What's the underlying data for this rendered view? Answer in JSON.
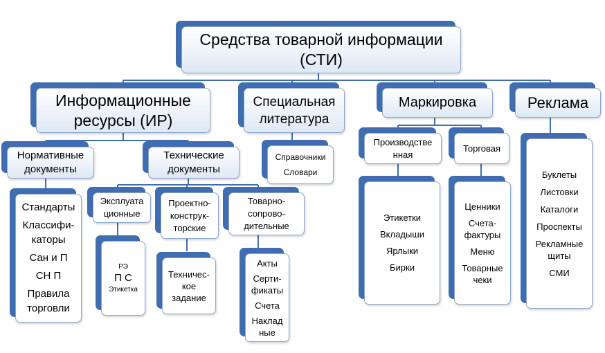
{
  "root": {
    "line1": "Средства товарной информации",
    "line2": "(СТИ)"
  },
  "ir": {
    "line1": "Информационные",
    "line2": "ресурсы (ИР)"
  },
  "spec": {
    "line1": "Специальная",
    "line2": "литература"
  },
  "mark": {
    "title": "Маркировка"
  },
  "ads": {
    "title": "Реклама"
  },
  "normative": {
    "line1": "Нормативные",
    "line2": "документы",
    "items": [
      "Стандарты",
      "Классифи-",
      "каторы",
      "Сан и П",
      "СН П",
      "Правила",
      "торговли"
    ]
  },
  "technical": {
    "line1": "Технические",
    "line2": "документы"
  },
  "expl": {
    "line1": "Эксплуата",
    "line2": "ционные",
    "items": [
      "РЭ",
      "П С",
      "Этикетка"
    ]
  },
  "design": {
    "line1": "Проектно-",
    "line2": "конструк-",
    "line3": "торские",
    "items": [
      "Техничес-",
      "кое",
      "задание"
    ]
  },
  "goods": {
    "line1": "Товарно-",
    "line2": "сопрово-",
    "line3": "дительные",
    "items": [
      "Акты",
      "Серти-",
      "фикаты",
      "Счета",
      "Наклад",
      "ные"
    ]
  },
  "refs": {
    "items": [
      "Справочники",
      "Словари"
    ]
  },
  "prod": {
    "line1": "Производстве",
    "line2": "нная",
    "items": [
      "Этикетки",
      "Вкладыши",
      "Ярлыки",
      "Бирки"
    ]
  },
  "trade": {
    "title": "Торговая",
    "items": [
      "Ценники",
      "Счета-",
      "фактуры",
      "Меню",
      "Товарные",
      "чеки"
    ]
  },
  "adsList": {
    "items": [
      "Буклеты",
      "Листовки",
      "Каталоги",
      "Проспекты",
      "Рекламные",
      "щиты",
      "СМИ"
    ]
  },
  "colors": {
    "card_shadow": "#3f6db0",
    "line": "#3f6db0",
    "list_text": "#b0211f"
  }
}
